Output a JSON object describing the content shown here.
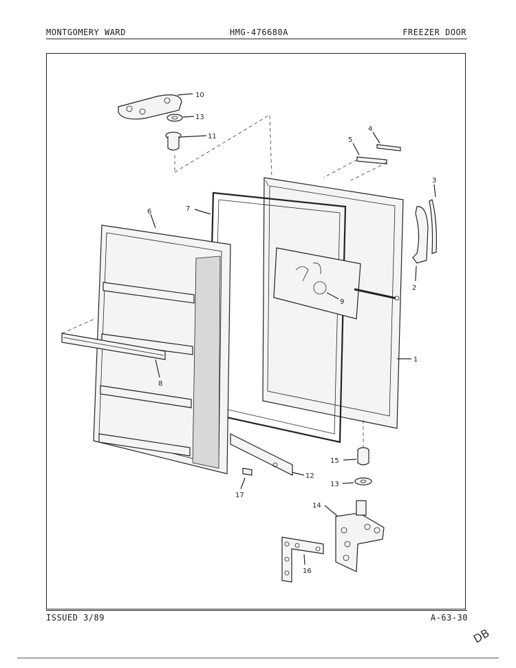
{
  "header": {
    "brand": "MONTGOMERY WARD",
    "model": "HMG-476680A",
    "section": "FREEZER DOOR"
  },
  "footer": {
    "issued": "ISSUED 3/89",
    "page_code": "A-63-30"
  },
  "annotation": {
    "initials": "DB"
  },
  "callouts": [
    "10",
    "13",
    "11",
    "4",
    "5",
    "3",
    "7",
    "6",
    "2",
    "9",
    "1",
    "8",
    "15",
    "13",
    "12",
    "17",
    "14",
    "16"
  ]
}
